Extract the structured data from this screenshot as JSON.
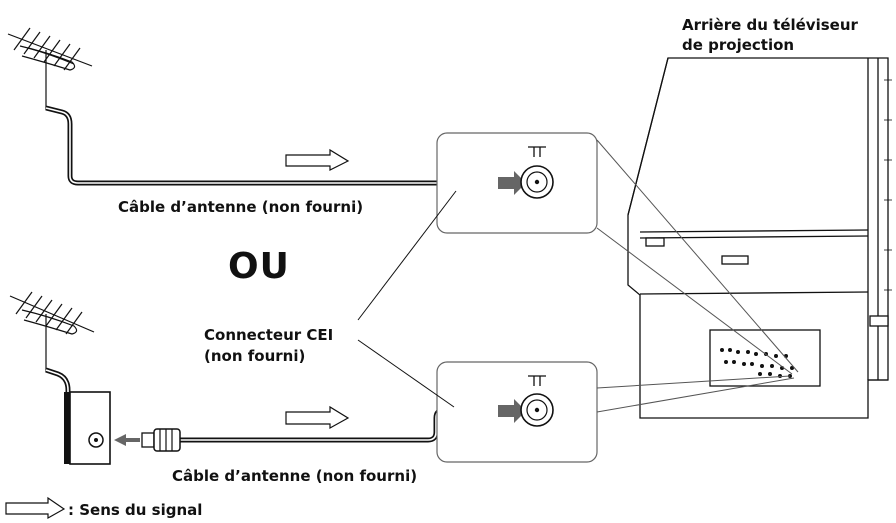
{
  "title": {
    "line1": "Arrière du téléviseur",
    "line2": "de projection"
  },
  "labels": {
    "cable_top": "Câble d’antenne (non fourni)",
    "or_word": "OU",
    "connector_line1": "Connecteur CEI",
    "connector_line2": "(non fourni)",
    "cable_bottom": "Câble d’antenne (non fourni)"
  },
  "legend": {
    "text": ": Sens du signal",
    "icon": "signal-direction-arrow-icon"
  },
  "icons": [
    "antenna-icon",
    "antenna-icon",
    "wall-outlet-icon",
    "coax-plug-icon",
    "antenna-jack-icon",
    "tv-rear-icon"
  ]
}
